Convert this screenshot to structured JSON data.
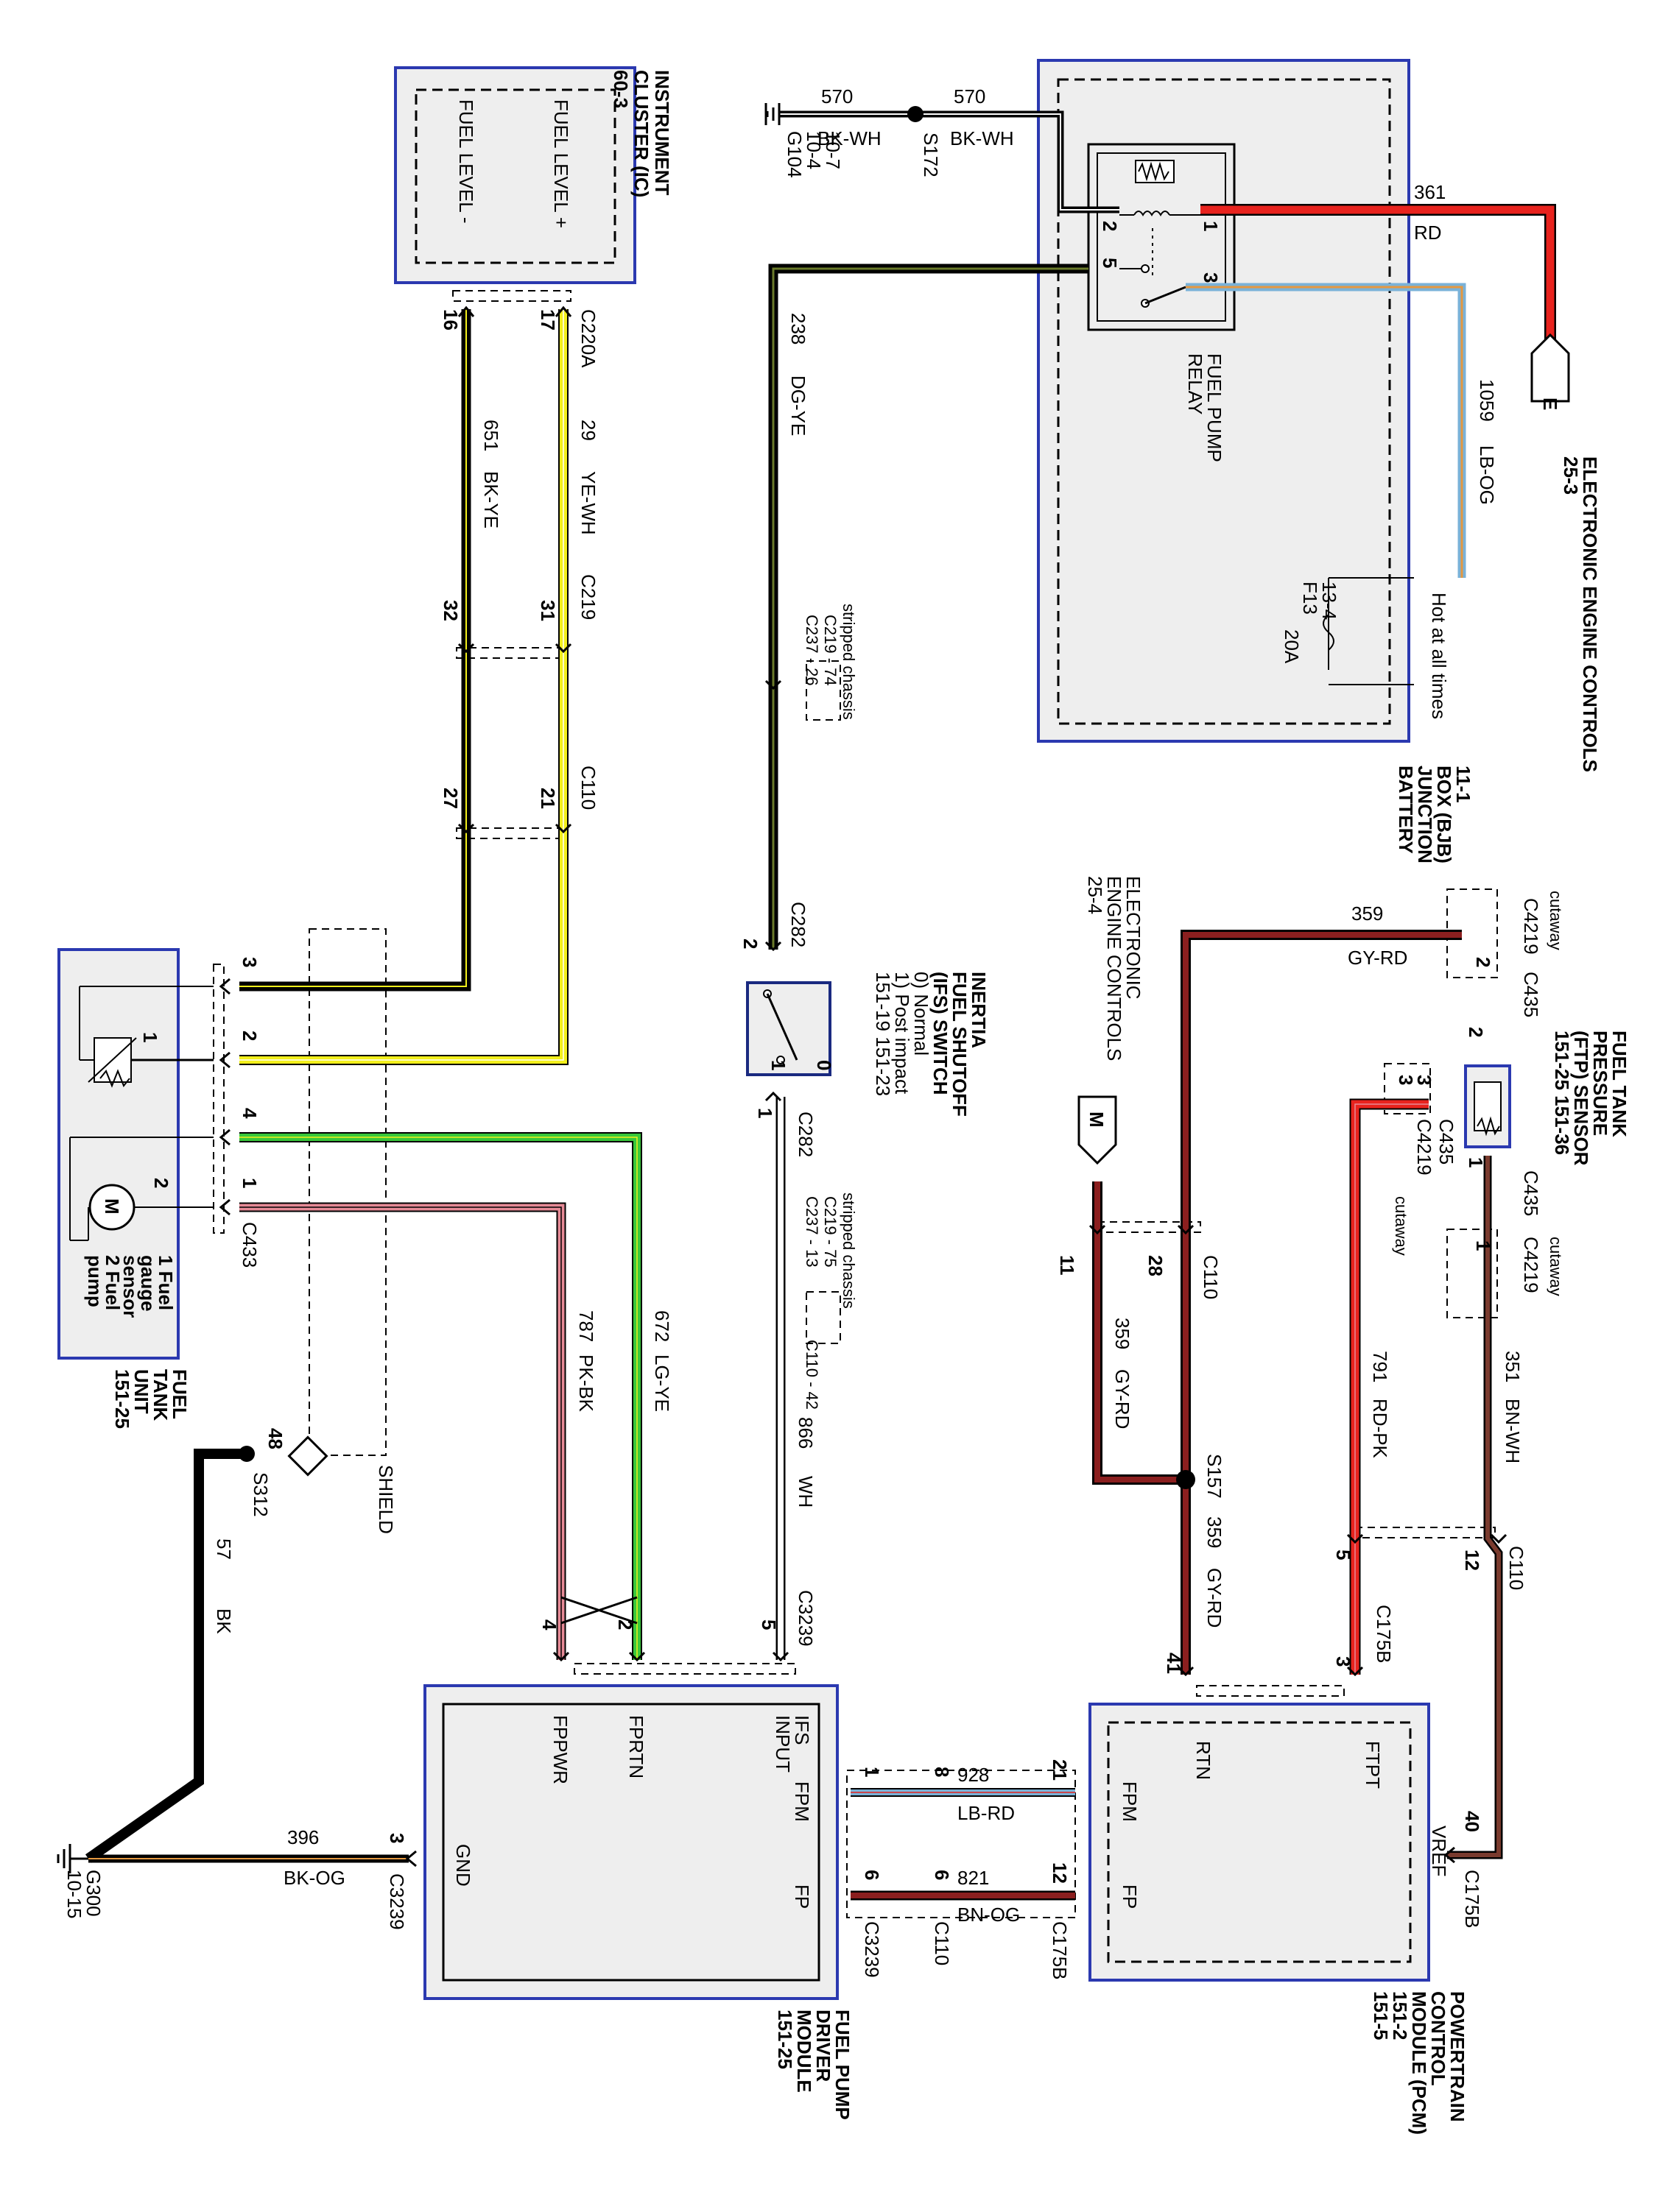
{
  "components": {
    "cluster": {
      "name": [
        "INSTRUMENT",
        "CLUSTER (IC)",
        "60-3"
      ],
      "pins": [
        "FUEL LEVEL +",
        "FUEL LEVEL -"
      ]
    },
    "bjb": {
      "name": [
        "BATTERY",
        "JUNCTION",
        "BOX (BJB)",
        "11-1"
      ],
      "relay": [
        "FUEL PUMP",
        "RELAY"
      ],
      "relay_pins": [
        "1",
        "2",
        "3",
        "5"
      ],
      "fuse": [
        "F13",
        "13-4"
      ],
      "fuse_rating": "20A",
      "hot": "Hot at all times"
    },
    "eec_top": [
      "ELECTRONIC ENGINE CONTROLS",
      "25-3"
    ],
    "eec_top_tag": "E",
    "eec_mid": [
      "ELECTRONIC",
      "ENGINE CONTROLS",
      "25-4"
    ],
    "m_tag": "M",
    "ifs": {
      "name": [
        "INERTIA",
        "FUEL SHUTOFF",
        "(IFS) SWITCH",
        "0) Normal",
        "1) Post impact",
        "151-19  151-23"
      ],
      "pins": [
        "0",
        "1"
      ]
    },
    "fuel_tank": {
      "name": [
        "FUEL",
        "TANK",
        "UNIT",
        "151-25"
      ],
      "legend": [
        "1 Fuel",
        "gauge",
        "sensor",
        "2 Fuel",
        "pump"
      ],
      "pins": [
        "1",
        "2",
        "M"
      ]
    },
    "ftp": {
      "name": [
        "FUEL TANK",
        "PRESSURE",
        "(FTP) SENSOR",
        "151-25  151-36"
      ]
    },
    "fpdm": {
      "name": [
        "FUEL PUMP",
        "DRIVER",
        "MODULE",
        "151-25"
      ],
      "pins": [
        "IFS",
        "INPUT",
        "FPRTN",
        "FPPWR",
        "GND",
        "FPM",
        "FP"
      ]
    },
    "pcm": {
      "name": [
        "POWERTRAIN",
        "CONTROL",
        "MODULE (PCM)",
        "151-2",
        "151-5"
      ],
      "pins": [
        "FTPT",
        "RTN",
        "VREF",
        "FPM",
        "FP"
      ]
    },
    "shield": "SHIELD",
    "ground_g104": [
      "G104",
      "10-4",
      "10-7"
    ],
    "ground_g300": [
      "G300",
      "10-15"
    ]
  },
  "connectors": {
    "C220A": "C220A",
    "C219": "C219",
    "C110": "C110",
    "C282": "C282",
    "C433": "C433",
    "C3239": "C3239",
    "C175B": "C175B",
    "C435": "C435",
    "C4219": "C4219",
    "S172": "S172",
    "S157": "S157",
    "S312": "S312",
    "stripped": "stripped chassis",
    "cutaway": "cutaway",
    "c219_74": "C219 - 74",
    "c237_26": "C237 - 26",
    "c219_75": "C219 - 75",
    "c237_13": "C237 - 13",
    "c110_42": "C110 - 42"
  },
  "pin_numbers": {
    "p16": "16",
    "p17": "17",
    "p31": "31",
    "p32": "32",
    "p21": "21",
    "p27": "27",
    "p3": "3",
    "p2": "2",
    "p4": "4",
    "p1": "1",
    "p5": "5",
    "p48": "48",
    "p28": "28",
    "p11": "11",
    "p12": "12",
    "p40": "40",
    "p41": "41",
    "p8": "8",
    "p6": "6"
  },
  "wires": {
    "w570": "570",
    "c570": "BK-WH",
    "w361": "361",
    "c361": "RD",
    "w238": "238",
    "c238": "DG-YE",
    "w1059": "1059",
    "c1059": "LB-OG",
    "w29": "29",
    "c29": "YE-WH",
    "w651": "651",
    "c651": "BK-YE",
    "w866": "866",
    "c866": "WH",
    "w672": "672",
    "c672": "LG-YE",
    "w787": "787",
    "c787": "PK-BK",
    "w57": "57",
    "c57": "BK",
    "w396": "396",
    "c396": "BK-OG",
    "w359": "359",
    "c359": "GY-RD",
    "w791": "791",
    "c791": "RD-PK",
    "w351": "351",
    "c351": "BN-WH",
    "w928": "928",
    "c928": "LB-RD",
    "w821": "821",
    "c821": "BN-OG"
  },
  "colors": {
    "black": "#000000",
    "yellow": "#f2ef1c",
    "green": "#38c83a",
    "pink": "#e68a96",
    "red": "#e8231e",
    "darkred": "#8b1f1f",
    "brown": "#7a3b2e",
    "blue": "#3f4fbf",
    "orange": "#e59840",
    "lightblue": "#7ab2d8",
    "module": "#eeeeee",
    "module_border": "#2b39b0"
  }
}
